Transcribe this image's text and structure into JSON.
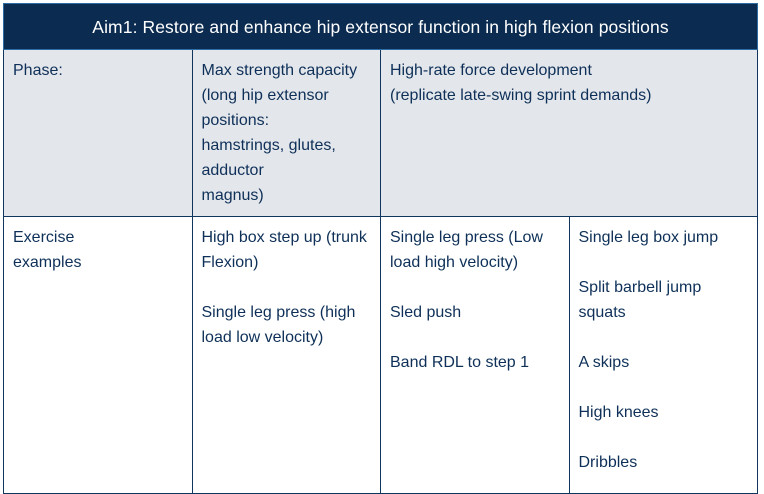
{
  "banner": {
    "title": "Aim1: Restore and enhance hip extensor function in high flexion positions",
    "background_color": "#0B2B50",
    "text_color": "#FFFFFF"
  },
  "colors": {
    "navy": "#0B2B50",
    "border_navy": "#11365E",
    "accent_blue": "#3E9BCB",
    "shaded_row": "#E3E6EB",
    "body_text": "#0E3058"
  },
  "table": {
    "rows": [
      {
        "name": "phase-row",
        "shaded": true,
        "label": "Phase:",
        "cells": [
          {
            "lines": [
              "Max strength capacity",
              "(long hip extensor positions:",
              "hamstrings, glutes, adductor",
              "magnus)"
            ]
          },
          {
            "lines": [
              "High-rate force development",
              "(replicate late-swing sprint demands)"
            ]
          }
        ]
      },
      {
        "name": "exercise-row",
        "shaded": false,
        "label_lines": [
          "Exercise",
          "examples"
        ],
        "cells": [
          {
            "items": [
              "High box step up (trunk Flexion)",
              "Single leg press (high load low velocity)"
            ]
          },
          {
            "items": [
              "Single leg press (Low load high velocity)",
              "Sled push",
              "Band RDL to step 1"
            ]
          },
          {
            "items": [
              "Single leg box jump",
              "Split barbell jump squats",
              "A skips",
              "High knees",
              "Dribbles"
            ]
          }
        ]
      }
    ]
  }
}
